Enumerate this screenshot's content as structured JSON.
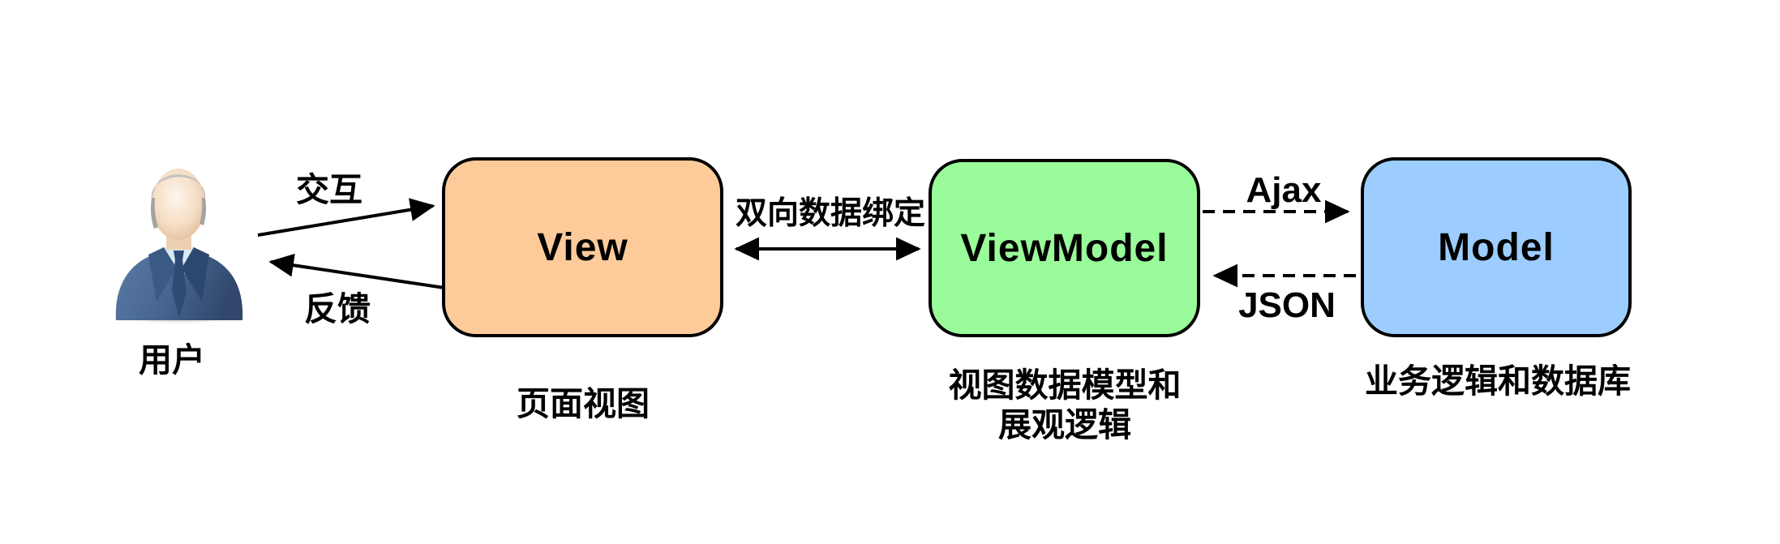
{
  "nodes": {
    "user": {
      "label": "用户"
    },
    "view": {
      "title": "View",
      "caption": "页面视图",
      "fill": "#FDCB99"
    },
    "viewmodel": {
      "title": "ViewModel",
      "caption_line1": "视图数据模型和",
      "caption_line2": "展观逻辑",
      "fill": "#99FB99"
    },
    "model": {
      "title": "Model",
      "caption": "业务逻辑和数据库",
      "fill": "#9CCDFE"
    }
  },
  "edges": {
    "interaction": {
      "label": "交互",
      "style": "solid",
      "from": "user",
      "to": "view"
    },
    "feedback": {
      "label": "反馈",
      "style": "solid",
      "from": "view",
      "to": "user"
    },
    "binding": {
      "label": "双向数据绑定",
      "style": "solid",
      "from": "view",
      "to": "viewmodel",
      "bidirectional": true
    },
    "ajax": {
      "label": "Ajax",
      "style": "dashed",
      "from": "viewmodel",
      "to": "model"
    },
    "json": {
      "label": "JSON",
      "style": "dashed",
      "from": "model",
      "to": "viewmodel"
    }
  },
  "colors": {
    "background": "#FFFFFF",
    "border": "#000000",
    "arrow": "#000000",
    "view_fill": "#FDCB99",
    "viewmodel_fill": "#99FB99",
    "model_fill": "#9CCDFE"
  }
}
